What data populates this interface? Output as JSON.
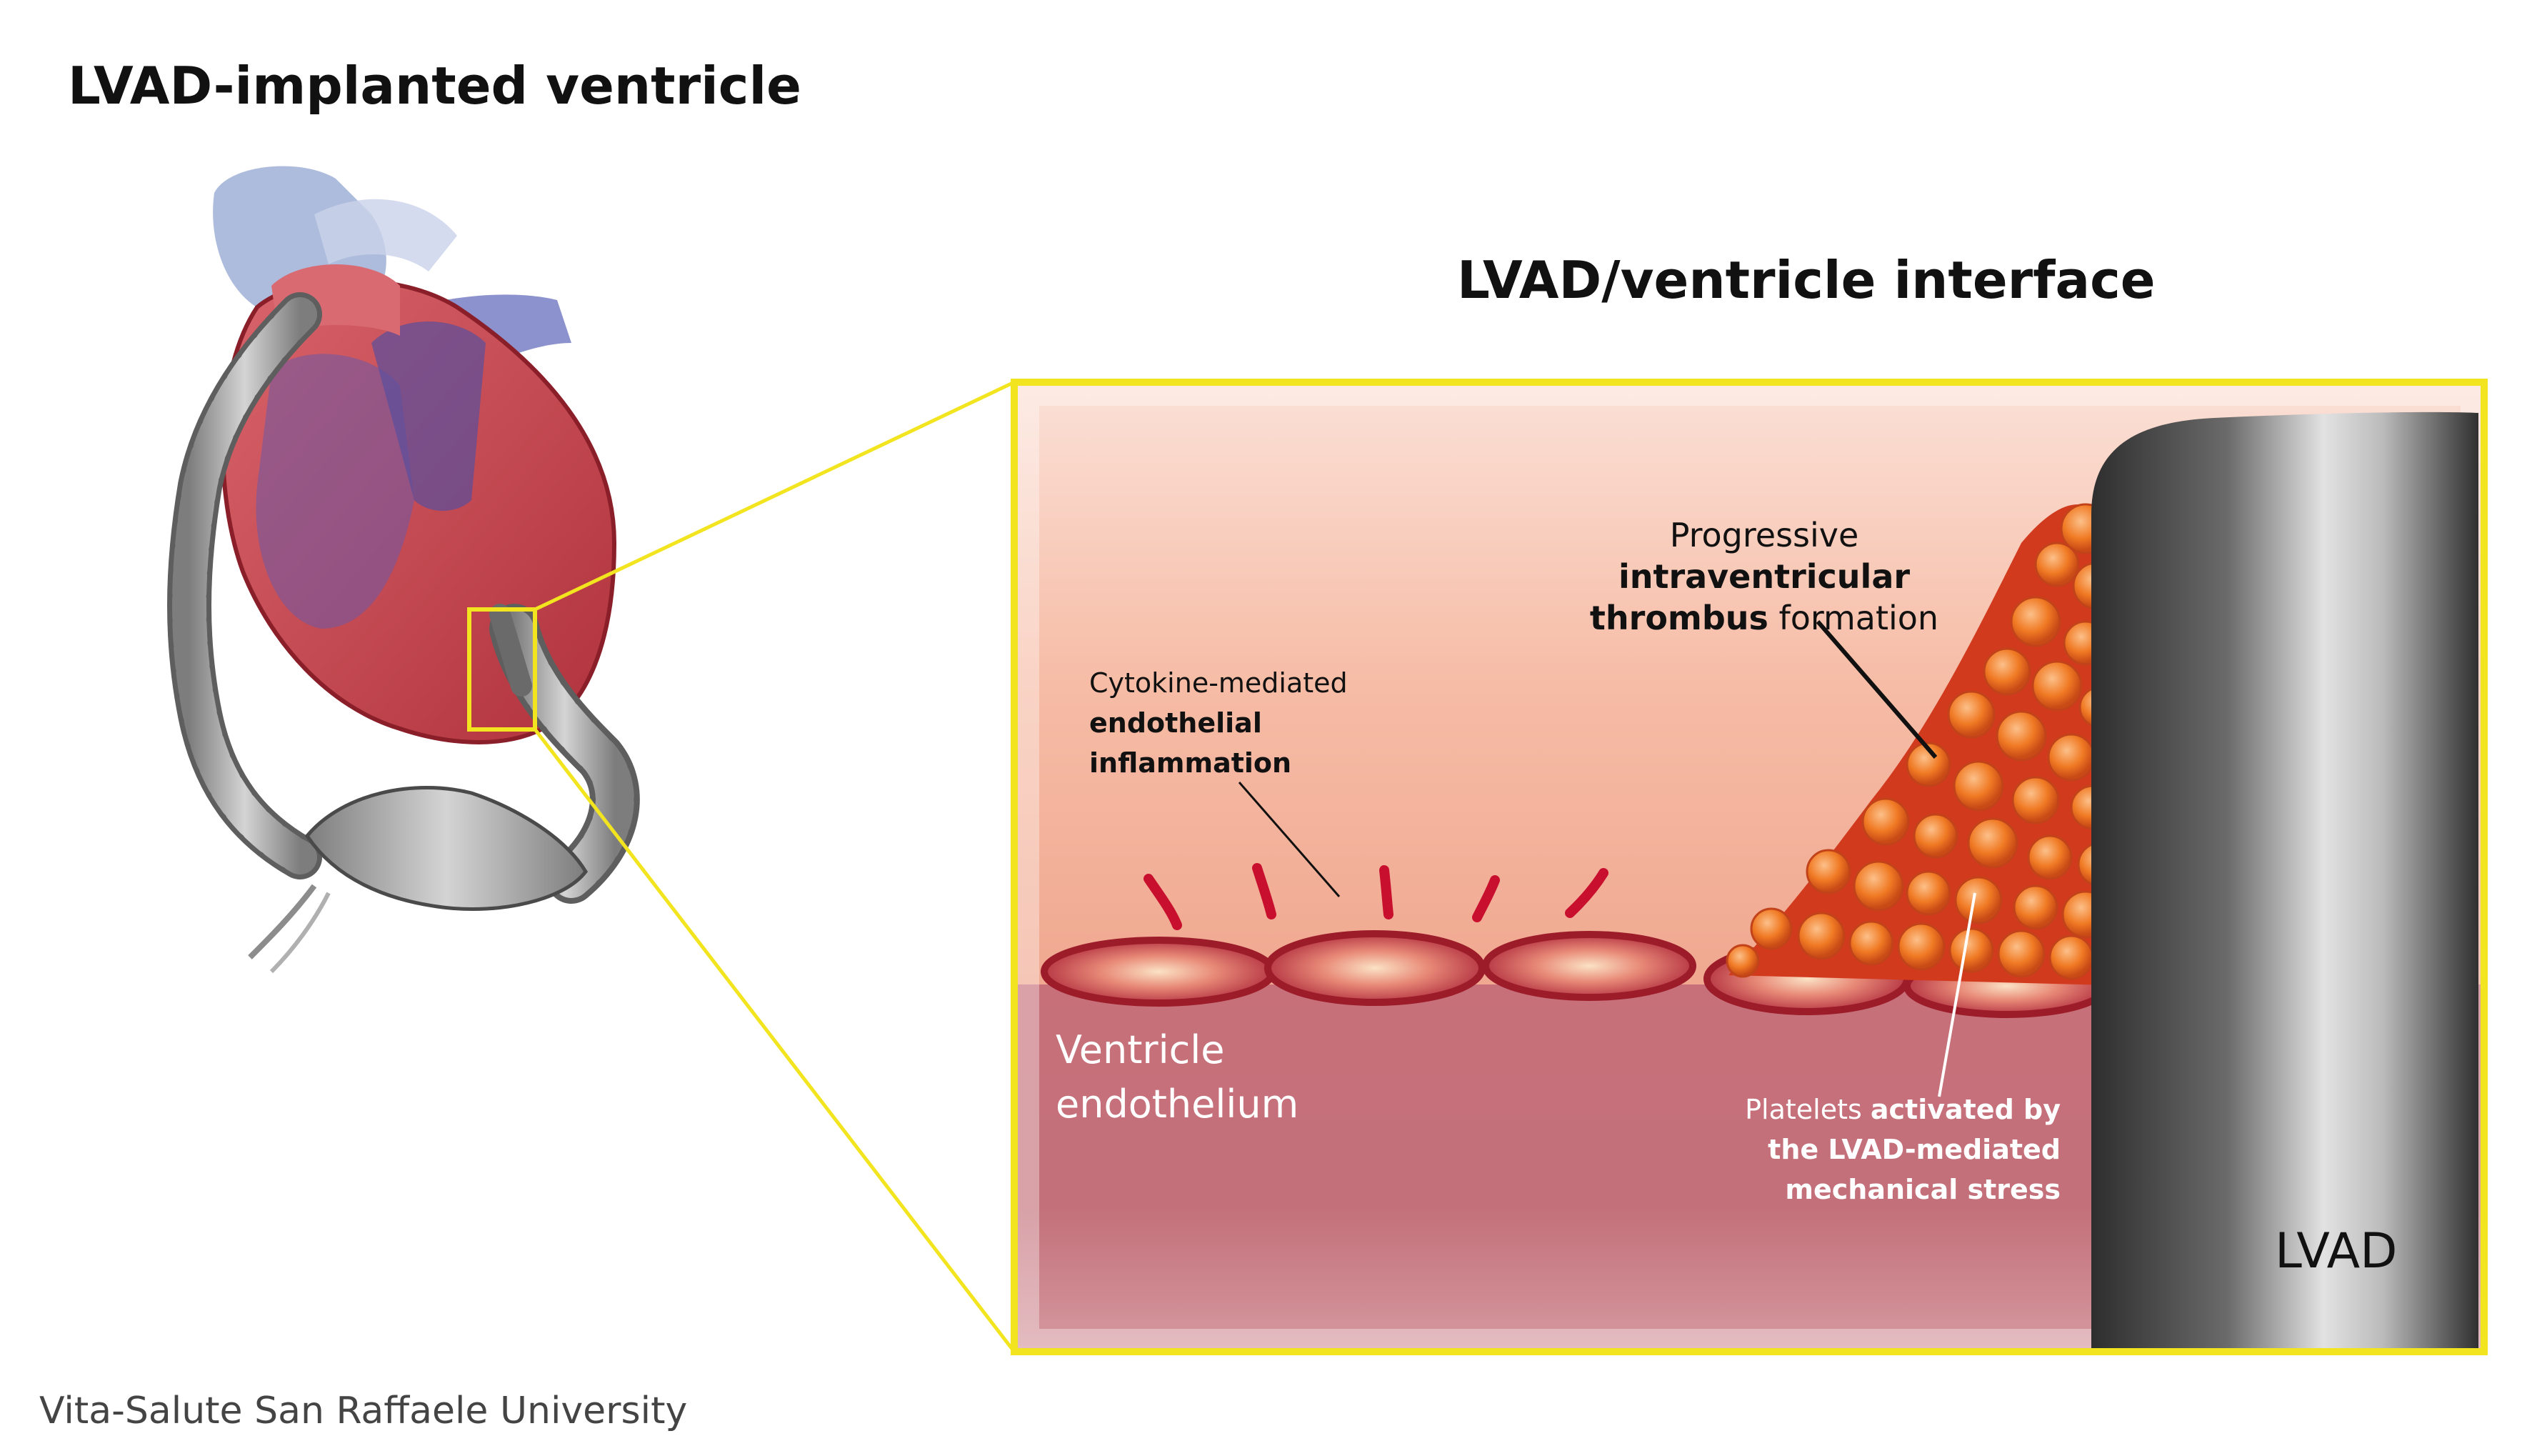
{
  "titles": {
    "main": "LVAD-implanted ventricle",
    "interface": "LVAD/ventricle interface"
  },
  "labels": {
    "thrombus_1": "Progressive ",
    "thrombus_2": "intraventricular",
    "thrombus_3": "thrombus",
    "thrombus_4": " formation",
    "cytokine_1": "Cytokine-mediated",
    "cytokine_2": "endothelial",
    "cytokine_3": "inflammation",
    "ventricle_1": "Ventricle",
    "ventricle_2": "endothelium",
    "platelets_1": "Platelets ",
    "platelets_2": "activated by",
    "platelets_3": "the LVAD-mediated",
    "platelets_4": "mechanical stress",
    "lvad": "LVAD"
  },
  "credit": "Vita-Salute San Raffaele University",
  "colors": {
    "highlight_box": "#f2e51f",
    "tissue_top": "#f7c8b8",
    "tissue_mid": "#f0a68f",
    "endothelium": "#c2727a",
    "cell_border": "#9c1c2a",
    "cell_center": "#f7c9a8",
    "inflammation_marks": "#c8102e",
    "thrombus_orange": "#f07a24",
    "thrombus_red": "#c9261e",
    "lvad_dark": "#3a3a3a",
    "lvad_light": "#d9d9d9",
    "heart_red": "#c8474f",
    "heart_purple": "#6b5aa8",
    "device_gray": "#8c8c8c"
  }
}
